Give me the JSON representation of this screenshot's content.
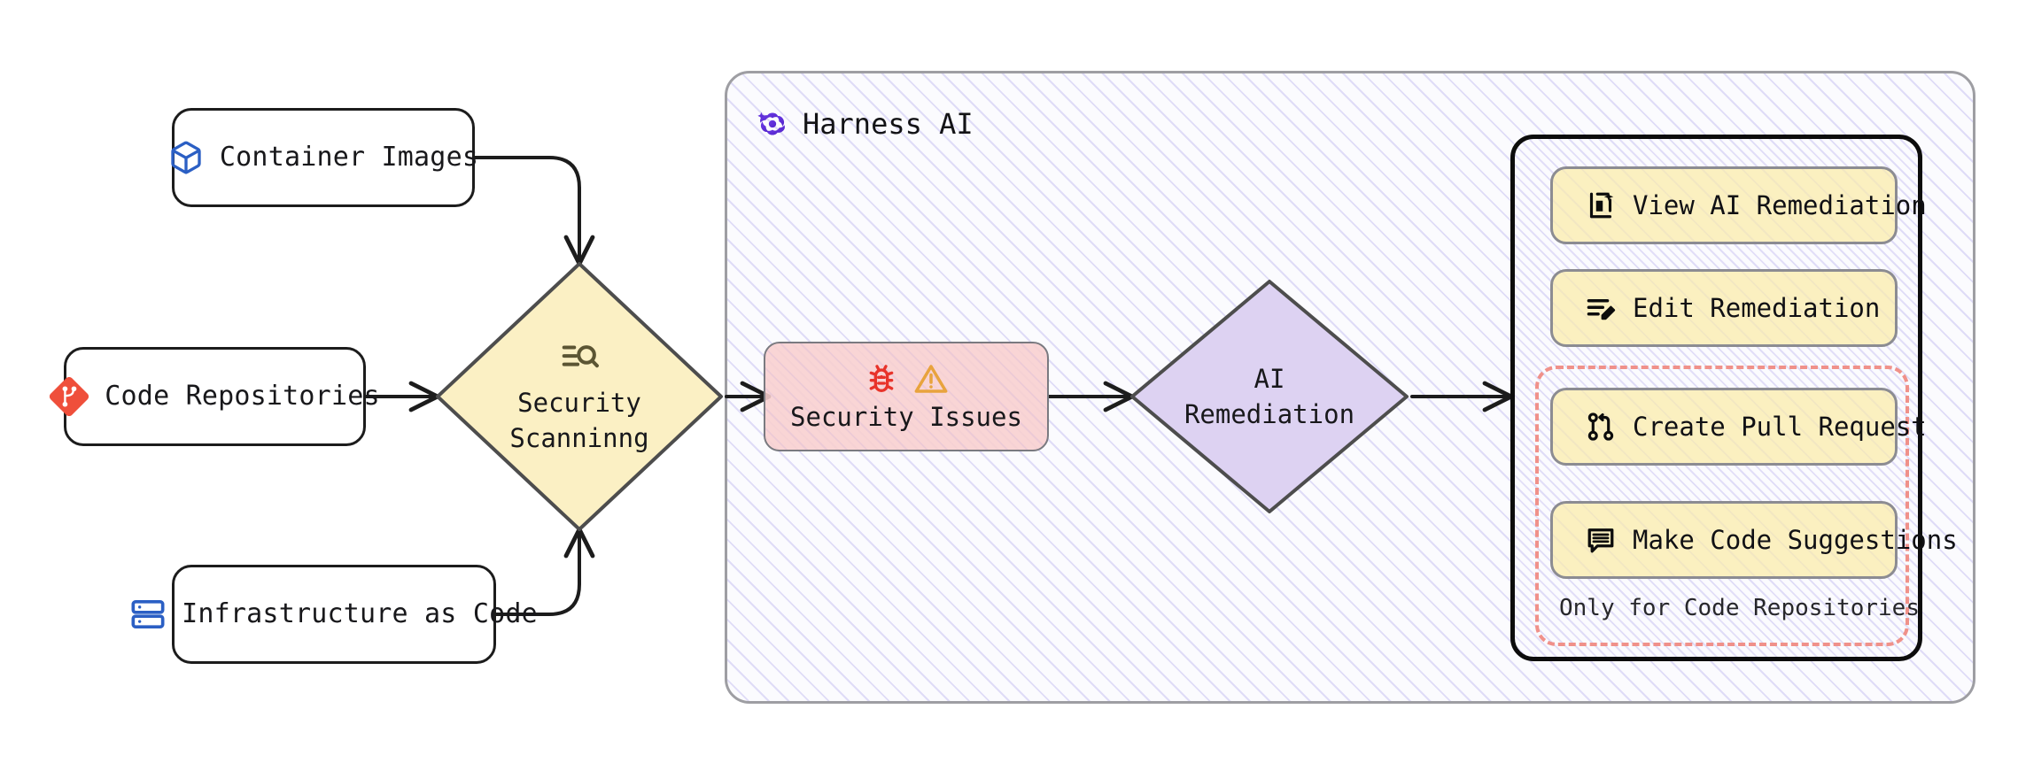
{
  "diagram": {
    "title": "Harness AI security scanning and remediation flow",
    "sources": [
      {
        "label": "Container Images",
        "icon": "cube-icon",
        "icon_color": "#2b5fc4"
      },
      {
        "label": "Code Repositories",
        "icon": "git-icon",
        "icon_color": "#ef4f3b"
      },
      {
        "label": "Infrastructure as Code",
        "icon": "server-icon",
        "icon_color": "#2b5fc4"
      }
    ],
    "scan": {
      "line1": "Security",
      "line2": "Scanninng",
      "icon": "scan-search-icon",
      "fill": "#fbf0c4",
      "stroke": "#4d4d4d"
    },
    "group": {
      "label": "Harness AI",
      "logo": "harness-pinwheel-icon",
      "logo_color": "#6135e0",
      "fill": "#fbfbfe",
      "stroke": "#9e9ea3"
    },
    "issues": {
      "label": "Security Issues",
      "icons": [
        "bug-icon",
        "warning-icon"
      ],
      "bug_color": "#e8332a",
      "warning_color": "#e8a33d",
      "fill": "#f8cfcf"
    },
    "remediation": {
      "line1": "AI",
      "line2": "Remediation",
      "fill": "#ddd2f2",
      "stroke": "#4d4d4d"
    },
    "actions": [
      {
        "label": "View AI Remediation",
        "icon": "ai-sparkle-frame-icon"
      },
      {
        "label": "Edit Remediation",
        "icon": "lines-pencil-icon"
      },
      {
        "label": "Create Pull Request",
        "icon": "pull-request-icon"
      },
      {
        "label": "Make Code Suggestions",
        "icon": "comment-lines-icon"
      }
    ],
    "restriction_note": "Only for Code Repositories",
    "restriction_color": "#f0918a",
    "action_fill": "#fbf0c0",
    "edges": [
      {
        "from": "Container Images",
        "to": "Security Scanninng"
      },
      {
        "from": "Code Repositories",
        "to": "Security Scanninng"
      },
      {
        "from": "Infrastructure as Code",
        "to": "Security Scanninng"
      },
      {
        "from": "Security Scanninng",
        "to": "Security Issues"
      },
      {
        "from": "Security Issues",
        "to": "AI Remediation"
      },
      {
        "from": "AI Remediation",
        "to": "Actions Panel"
      }
    ]
  }
}
